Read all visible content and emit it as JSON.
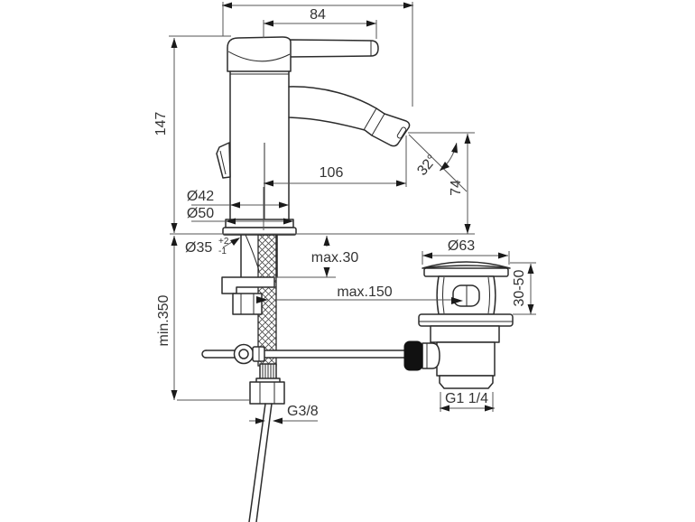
{
  "drawing": {
    "type": "technical-dimension-drawing",
    "labels": {
      "handle_length": "84",
      "total_height": "147",
      "spout_reach": "106",
      "spout_angle": "32°",
      "spout_height": "74",
      "body_diameter": "Ø42",
      "base_diameter": "Ø50",
      "hole_diameter": "Ø35",
      "hole_tol_plus": "+2",
      "hole_tol_minus": "-1",
      "deck_thickness_max": "max.30",
      "hose_reach_max": "max.150",
      "waste_flange_diameter": "Ø63",
      "waste_deck_range": "30-50",
      "hose_length_min": "min.350",
      "supply_thread": "G3/8",
      "waste_thread": "G1 1/4"
    },
    "colors": {
      "background": "#ffffff",
      "outline": "#2b2b2b",
      "dimension_line": "#555555",
      "text": "#333333"
    }
  }
}
